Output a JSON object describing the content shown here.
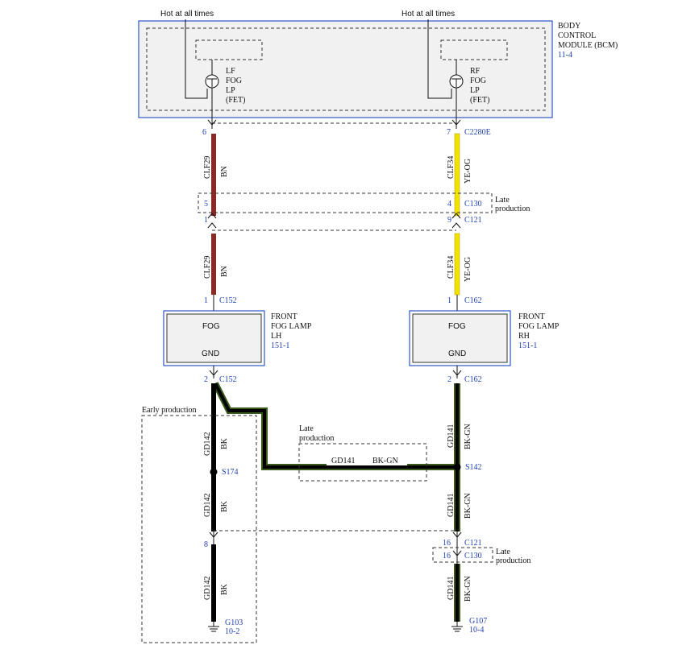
{
  "top": {
    "hot_left": "Hot at all times",
    "hot_right": "Hot at all times"
  },
  "bcm": {
    "name_lines": [
      "BODY",
      "CONTROL",
      "MODULE (BCM)"
    ],
    "ref": "11-4",
    "left_fet_lines": [
      "LF",
      "FOG",
      "LP",
      "(FET)"
    ],
    "right_fet_lines": [
      "RF",
      "FOG",
      "LP",
      "(FET)"
    ]
  },
  "left": {
    "pin_bcm": "6",
    "circuit_top": "CLF29",
    "color_top": "BN",
    "pin_c130": "5",
    "pin_c121": "1",
    "circuit_mid": "CLF29",
    "color_mid": "BN",
    "pin_lamp": "1",
    "lamp_connector": "C152",
    "lamp_label_fog": "FOG",
    "lamp_label_gnd": "GND",
    "lamp_name_lines": [
      "FRONT",
      "FOG LAMP",
      "LH"
    ],
    "lamp_ref": "151-1",
    "pin_lamp_gnd": "2",
    "lamp_gnd_connector": "C152",
    "early_production": "Early production",
    "gnd_circuit_1": "GD142",
    "gnd_color_1": "BK",
    "splice": "S174",
    "gnd_circuit_2": "GD142",
    "gnd_color_2": "BK",
    "pin_inline": "8",
    "gnd_circuit_3": "GD142",
    "gnd_color_3": "BK",
    "ground": "G103",
    "ground_ref": "10-2"
  },
  "right": {
    "pin_bcm": "7",
    "bcm_connector": "C2280E",
    "circuit_top": "CLF34",
    "color_top": "YE-OG",
    "pin_c130": "4",
    "c130": "C130",
    "pin_c121": "9",
    "c121": "C121",
    "circuit_mid": "CLF34",
    "color_mid": "YE-OG",
    "pin_lamp": "1",
    "lamp_connector": "C162",
    "lamp_label_fog": "FOG",
    "lamp_label_gnd": "GND",
    "lamp_name_lines": [
      "FRONT",
      "FOG LAMP",
      "RH"
    ],
    "lamp_ref": "151-1",
    "pin_lamp_gnd": "2",
    "lamp_gnd_connector": "C162",
    "gnd_circuit_1": "GD141",
    "gnd_color_1": "BK-GN",
    "splice": "S142",
    "gnd_circuit_2": "GD141",
    "gnd_color_2": "BK-GN",
    "pin_c121_gnd": "16",
    "c121_gnd": "C121",
    "pin_c130_gnd": "16",
    "c130_gnd": "C130",
    "gnd_circuit_3": "GD141",
    "gnd_color_3": "BK-GN",
    "ground": "G107",
    "ground_ref": "10-4"
  },
  "late_production_top": [
    "Late",
    "production"
  ],
  "late_production_mid": [
    "Late",
    "production"
  ],
  "late_production_mid_circuit": "GD141",
  "late_production_mid_color": "BK-GN",
  "late_production_bottom": [
    "Late",
    "production"
  ],
  "colors": {
    "wire_brown": "#8b2a25",
    "wire_yellow": "#f2e200",
    "wire_black": "#000000",
    "wire_green_outline": "#3b5a1e",
    "connector_blue": "#1f3fb0",
    "box_fill": "#f1f1f1",
    "box_border": "#2f55c8"
  }
}
